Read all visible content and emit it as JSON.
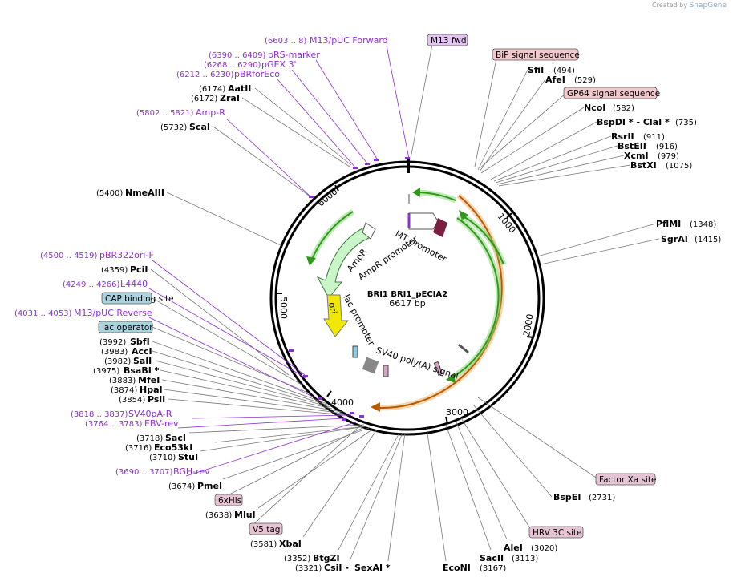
{
  "watermark": {
    "prefix": "Created by",
    "brand": "SnapGene"
  },
  "plasmid": {
    "name": "BRI1 BRI1_pECIA2",
    "size_label": "6617 bp"
  },
  "ticks": [
    "1000",
    "2000",
    "3000",
    "4000",
    "5000",
    "6000"
  ],
  "enzymes": [
    {
      "name": "SfiI",
      "pos": "(494)"
    },
    {
      "name": "AfeI",
      "pos": "(529)"
    },
    {
      "name": "NcoI",
      "pos": "(582)"
    },
    {
      "name": "BspDI * - ClaI *",
      "pos": "(735)"
    },
    {
      "name": "RsrII",
      "pos": "(911)"
    },
    {
      "name": "BstEII",
      "pos": "(916)"
    },
    {
      "name": "XcmI",
      "pos": "(979)"
    },
    {
      "name": "BstXI",
      "pos": "(1075)"
    },
    {
      "name": "PflMI",
      "pos": "(1348)"
    },
    {
      "name": "SgrAI",
      "pos": "(1415)"
    },
    {
      "name": "BspEI",
      "pos": "(2731)"
    },
    {
      "name": "AleI",
      "pos": "(3020)"
    },
    {
      "name": "SacII",
      "pos": "(3113)"
    },
    {
      "name": "EcoNI",
      "pos": "(3167)"
    },
    {
      "name": "SexAI *",
      "pos": ""
    },
    {
      "name": "CsiI -",
      "pos": "(3321)"
    },
    {
      "name": "BtgZI",
      "pos": "(3352)"
    },
    {
      "name": "XbaI",
      "pos": "(3581)"
    },
    {
      "name": "MluI",
      "pos": "(3638)"
    },
    {
      "name": "PmeI",
      "pos": "(3674)"
    },
    {
      "name": "StuI",
      "pos": "(3710)"
    },
    {
      "name": "Eco53kI",
      "pos": "(3716)"
    },
    {
      "name": "SacI",
      "pos": "(3718)"
    },
    {
      "name": "PsiI",
      "pos": "(3854)"
    },
    {
      "name": "HpaI",
      "pos": "(3874)"
    },
    {
      "name": "MfeI",
      "pos": "(3883)"
    },
    {
      "name": "BsaBI *",
      "pos": "(3975)"
    },
    {
      "name": "SalI",
      "pos": "(3982)"
    },
    {
      "name": "AccI",
      "pos": "(3983)"
    },
    {
      "name": "SbfI",
      "pos": "(3992)"
    },
    {
      "name": "PciI",
      "pos": "(4359)"
    },
    {
      "name": "NmeAIII",
      "pos": "(5400)"
    },
    {
      "name": "ScaI",
      "pos": "(5732)"
    },
    {
      "name": "ZraI",
      "pos": "(6172)"
    },
    {
      "name": "AatII",
      "pos": "(6174)"
    }
  ],
  "primers": [
    {
      "range": "(6603 .. 8)",
      "name": "M13/pUC Forward"
    },
    {
      "range": "(6390 .. 6409)",
      "name": "pRS-marker"
    },
    {
      "range": "(6268 .. 6290)",
      "name": "pGEX 3'"
    },
    {
      "range": "(6212 .. 6230)",
      "name": "pBRforEco"
    },
    {
      "range": "(5802 .. 5821)",
      "name": "Amp-R"
    },
    {
      "range": "(4500 .. 4519)",
      "name": "pBR322ori-F"
    },
    {
      "range": "(4249 .. 4266)",
      "name": "L4440"
    },
    {
      "range": "(4031 .. 4053)",
      "name": "M13/pUC Reverse"
    },
    {
      "range": "(3818 .. 3837)",
      "name": "SV40pA-R"
    },
    {
      "range": "(3764 .. 3783)",
      "name": "EBV-rev"
    },
    {
      "range": "(3690 .. 3707)",
      "name": "BGH-rev"
    }
  ],
  "feature_labels": [
    {
      "text": "M13 fwd",
      "fill": "#e6c4f2"
    },
    {
      "text": "BiP signal sequence",
      "fill": "#f1c9cd"
    },
    {
      "text": "GP64 signal sequence",
      "fill": "#f1c9cd"
    },
    {
      "text": "CAP binding site",
      "fill": "#a9d3de"
    },
    {
      "text": "lac operator",
      "fill": "#a9d3de"
    },
    {
      "text": "6xHis",
      "fill": "#e6c4d4"
    },
    {
      "text": "V5 tag",
      "fill": "#e6c4d4"
    },
    {
      "text": "Factor Xa site",
      "fill": "#e6c4d4"
    },
    {
      "text": "HRV 3C site",
      "fill": "#e6c4d4"
    }
  ],
  "inner_labels": {
    "mt_promoter": "MT promoter",
    "ampr": "AmpR",
    "ampr_promoter": "AmpR promoter",
    "lac_promoter": "lac promoter",
    "ori": "ori",
    "sv40": "SV40 poly(A) signal"
  },
  "colors": {
    "primer": "#8e2fd0",
    "line": "#777777",
    "green_feature": "#2f9a1a",
    "orange_feature": "#e08a1a",
    "ori": "#f0e800",
    "amp": "#c9f5c9"
  }
}
